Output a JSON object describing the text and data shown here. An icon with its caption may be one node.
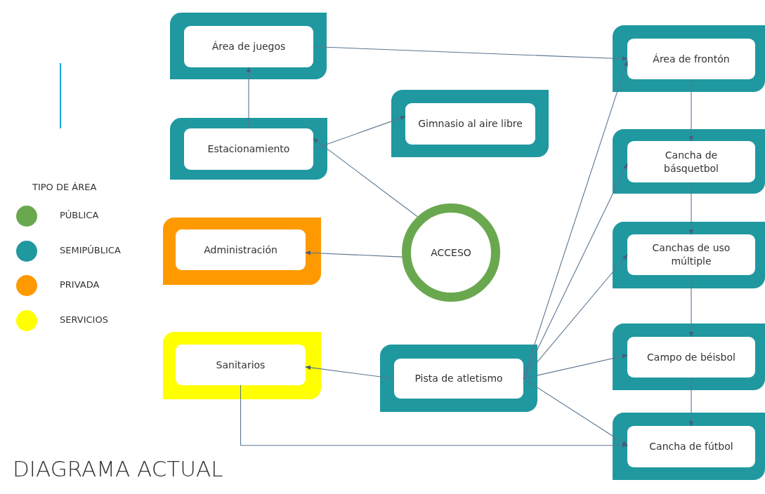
{
  "diagram": {
    "title": "DIAGRAMA ACTUAL",
    "nodes": [
      {
        "text": [
          "Área de juegos"
        ]
      },
      {
        "text": [
          "Estacionamiento"
        ]
      },
      {
        "text": [
          "Gimnasio al aire libre"
        ]
      },
      {
        "text": [
          "Administración"
        ]
      },
      {
        "text": [
          "ACCESO"
        ]
      },
      {
        "text": [
          "Sanitarios"
        ]
      },
      {
        "text": [
          "Pista de atletismo"
        ]
      },
      {
        "text": [
          "Área de frontón"
        ]
      },
      {
        "text": [
          "Cancha de básquetbol"
        ]
      },
      {
        "text": [
          "Canchas de uso múltiple"
        ]
      },
      {
        "text": [
          "Campo de béisbol"
        ]
      },
      {
        "text": [
          "Cancha de fútbol"
        ]
      }
    ],
    "edges": [
      {
        "from": 1,
        "to": 0,
        "arrow": "to"
      },
      {
        "from": 1,
        "to": 2,
        "arrow": "to"
      },
      {
        "from": 4,
        "to": 1,
        "arrow": "to"
      },
      {
        "from": 4,
        "to": 3,
        "arrow": "to"
      },
      {
        "from": 0,
        "to": 7,
        "arrow": "to"
      },
      {
        "from": 7,
        "to": 8,
        "arrow": "to"
      },
      {
        "from": 8,
        "to": 9,
        "arrow": "to"
      },
      {
        "from": 9,
        "to": 10,
        "arrow": "to"
      },
      {
        "from": 10,
        "to": 11,
        "arrow": "to"
      },
      {
        "from": 6,
        "to": 5,
        "arrow": "to"
      },
      {
        "from": 6,
        "to": 7,
        "arrow": "to"
      },
      {
        "from": 6,
        "to": 8,
        "arrow": "to"
      },
      {
        "from": 6,
        "to": 9,
        "arrow": "to"
      },
      {
        "from": 6,
        "to": 10,
        "arrow": "to"
      },
      {
        "from": 6,
        "to": 11,
        "arrow": "to"
      },
      {
        "from": 5,
        "to": 11,
        "arrow": "to"
      }
    ],
    "labels": [
      "TIPO DE ÁREA"
    ],
    "legend": [
      {
        "text": "PÚBLICA",
        "color": "#6aa84f"
      },
      {
        "text": "SEMIPÚBLICA",
        "color": "#2098a0"
      },
      {
        "text": "PRIVADA",
        "color": "#ff9900"
      },
      {
        "text": "SERVICIOS",
        "color": "#ffff00"
      }
    ]
  }
}
